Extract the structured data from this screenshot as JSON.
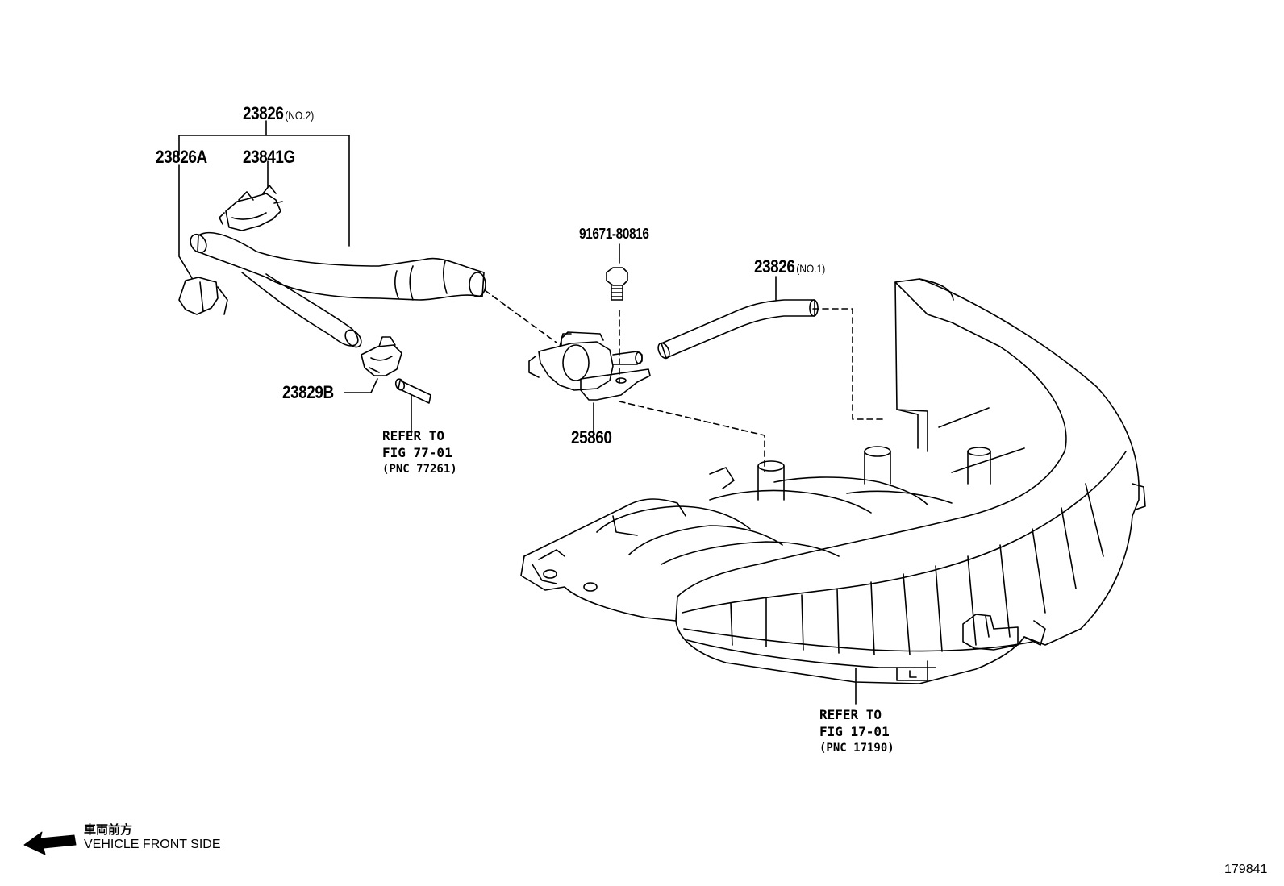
{
  "parts": {
    "hose_no2": {
      "number": "23826",
      "suffix": "(NO.2)"
    },
    "hose_sub_a": {
      "number": "23826A"
    },
    "clamp_g": {
      "number": "23841G"
    },
    "bolt": {
      "number": "91671-80816"
    },
    "hose_no1": {
      "number": "23826",
      "suffix": "(NO.1)"
    },
    "clamp_b": {
      "number": "23829B"
    },
    "vsv": {
      "number": "25860"
    }
  },
  "references": {
    "brake_booster": {
      "line1": "REFER TO",
      "line2": "FIG 77-01",
      "line3": "(PNC 77261)"
    },
    "intake_manifold": {
      "line1": "REFER TO",
      "line2": "FIG 17-01",
      "line3": "(PNC 17190)"
    }
  },
  "direction": {
    "japanese": "車両前方",
    "english": "VEHICLE FRONT SIDE"
  },
  "figure_id": "179841",
  "icons": {
    "direction_arrow": "arrow-left-icon"
  }
}
